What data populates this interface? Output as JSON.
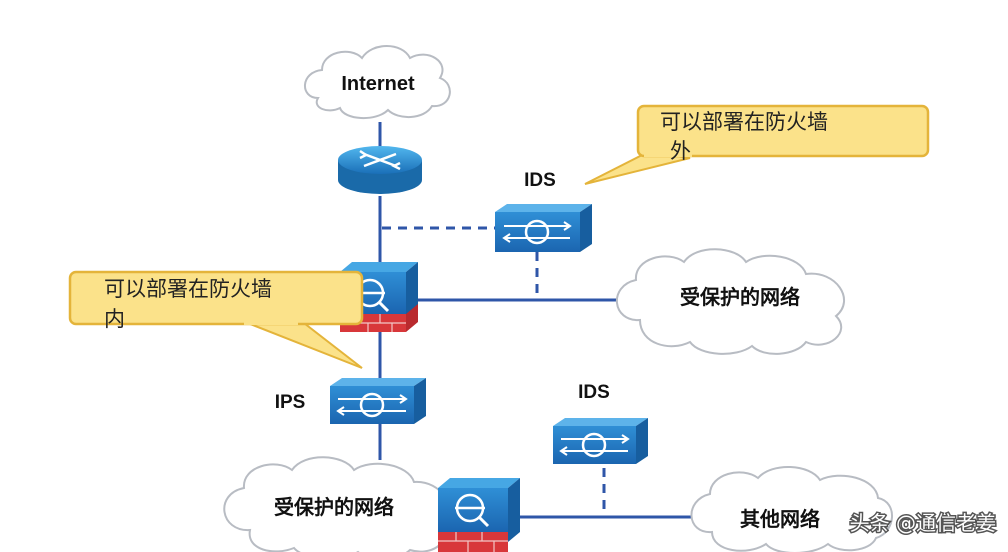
{
  "colors": {
    "link": "#2f56a8",
    "device_top": "#3aa0dd",
    "device_front": "#1f77c4",
    "firewall_brick": "#d8373a",
    "callout_fill": "#fbe28a",
    "callout_border": "#e4b43a",
    "cloud_fill": "#ffffff",
    "cloud_stroke": "#b8bcc3"
  },
  "nodes": {
    "internet_cloud": "Internet",
    "ids_top": "IDS",
    "ips": "IPS",
    "ids_bottom": "IDS",
    "protected_network_right": "受保护的网络",
    "protected_network_bottom": "受保护的网络",
    "other_network": "其他网络"
  },
  "callouts": {
    "outside_firewall": {
      "line1": "可以部署在防火墙",
      "line2": "外"
    },
    "inside_firewall": {
      "line1": "可以部署在防火墙",
      "line2": "内"
    }
  },
  "icons": {
    "router": "router-icon",
    "firewall": "firewall-icon",
    "ids": "ids-sensor-icon",
    "ips": "ips-sensor-icon"
  },
  "watermark": "头条 @通信老姜"
}
